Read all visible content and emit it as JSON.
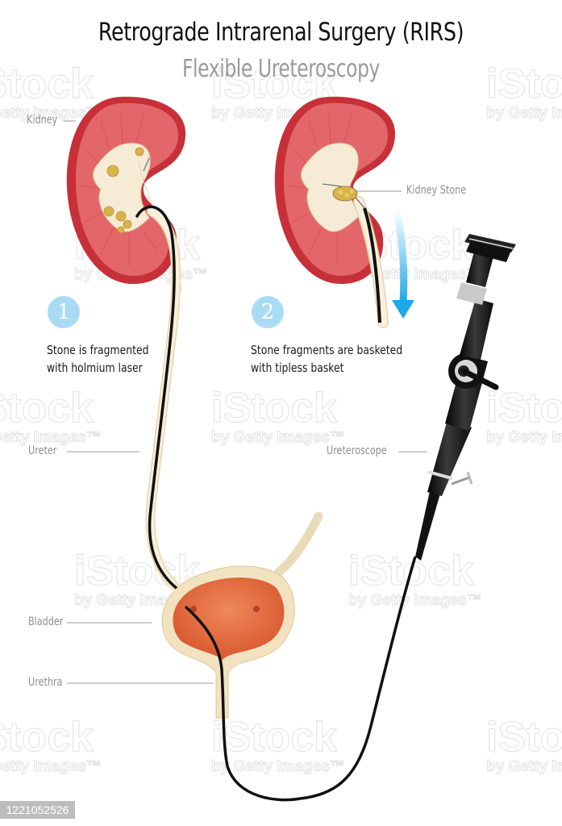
{
  "header": {
    "title": "Retrograde Intrarenal Surgery (RIRS)",
    "subtitle": "Flexible Ureteroscopy"
  },
  "labels": {
    "kidney": "Kidney",
    "kidney_stone": "Kidney Stone",
    "ureter": "Ureter",
    "ureteroscope": "Ureteroscope",
    "bladder": "Bladder",
    "urethra": "Urethra"
  },
  "steps": [
    {
      "number": "1",
      "line1": "Stone is fragmented",
      "line2": "with holmium laser"
    },
    {
      "number": "2",
      "line1": "Stone fragments are basketed",
      "line2": "with tipless basket"
    }
  ],
  "watermark": {
    "brand": "iStock",
    "byline": "by Getty Images™",
    "stock_id": "1221052526"
  },
  "colors": {
    "kidney_red": "#d8434a",
    "kidney_inner": "#e86a6a",
    "pelvis_cream": "#f5ead2",
    "stone_gold": "#d9b24a",
    "bladder_orange": "#e8734a",
    "arrow_blue": "#1ea7e8",
    "step_circle": "#a9dcf3",
    "scope_black": "#1a1a1a"
  }
}
